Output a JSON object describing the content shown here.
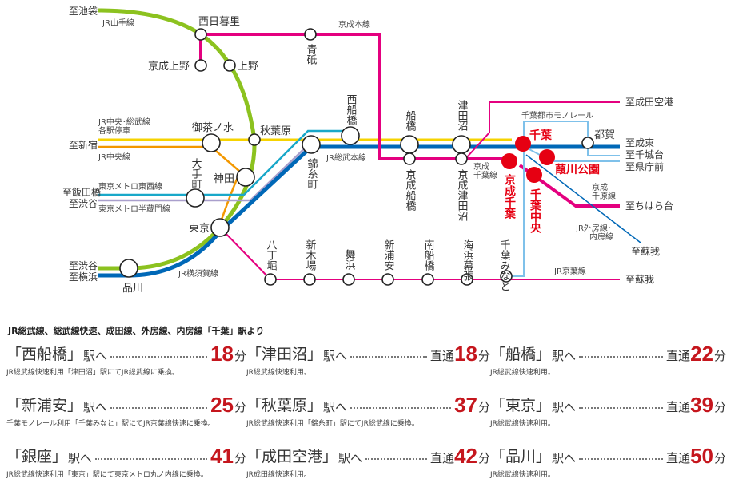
{
  "map": {
    "directions": {
      "ikebukuro": "至池袋",
      "shinjuku": "至新宿",
      "iidabashi": "至飯田橋",
      "shibuya1": "至渋谷",
      "shibuya2": "至渋谷",
      "yokohama": "至横浜",
      "narita_airport": "至成田空港",
      "naruto": "至成東",
      "chishirodai": "至千城台",
      "kenchomae": "至県庁前",
      "chiharadai": "至ちはら台",
      "soga1": "至蘇我",
      "soga2": "至蘇我"
    },
    "lines": {
      "yamanote": "JR山手線",
      "keisei_main": "京成本線",
      "chuo_sobu_local_1": "JR中央･総武線",
      "chuo_sobu_local_2": "各駅停車",
      "chuo": "JR中央線",
      "tozai": "東京メトロ東西線",
      "hanzomon": "東京メトロ半蔵門線",
      "sobu_main": "JR総武本線",
      "yokosuka": "JR横須賀線",
      "monorail": "千葉都市モノレール",
      "keisei_chiba_1": "京成",
      "keisei_chiba_2": "千葉線",
      "keisei_chihara_1": "京成",
      "keisei_chihara_2": "千原線",
      "sotobo_1": "JR外房線･",
      "sotobo_2": "内房線",
      "keiyo": "JR京葉線"
    },
    "stations": {
      "nishinippori": "西日暮里",
      "keisei_ueno": "京成上野",
      "ueno": "上野",
      "aoto": "青砥",
      "ochanomizu": "御茶ノ水",
      "akihabara": "秋葉原",
      "otemachi": "大手町",
      "kanda": "神田",
      "tokyo": "東京",
      "shinagawa": "品川",
      "kinshicho": "錦糸町",
      "nishifunabashi": "西船橋",
      "funabashi": "船橋",
      "keisei_funabashi": "京成船橋",
      "tsudanuma": "津田沼",
      "keisei_tsudanuma": "京成津田沼",
      "hatchobori": "八丁堀",
      "shinkiba": "新木場",
      "maihama": "舞浜",
      "shinurayasu": "新浦安",
      "minamifunabashi": "南船橋",
      "kaihinmakuhari": "海浜幕張",
      "chibaminato": "千葉みなと",
      "toga": "都賀"
    },
    "highlight": {
      "chiba": "千葉",
      "keisei_chiba": "京成千葉",
      "yoshikawa_koen": "葭川公園",
      "chiba_chuo": "千葉中央"
    },
    "colors": {
      "yamanote": "#8cc21f",
      "keisei": "#e4007f",
      "chuo_local": "#f6d300",
      "chuo": "#f39800",
      "tozai": "#19a8c9",
      "hanzomon": "#a99fcc",
      "sobu": "#0068b7",
      "monorail": "#7fc1ea",
      "highlight": "#e60012"
    }
  },
  "times": {
    "heading": "JR総武線、総武線快速、成田線、外房線、内房線「千葉」駅より",
    "suffix": "駅へ",
    "direct_label": "直通",
    "unit": "分",
    "items": [
      {
        "dest": "「西船橋」",
        "direct": false,
        "minutes": "18",
        "note": "JR総武線快速利用「津田沼」駅にてJR総武線に乗換。"
      },
      {
        "dest": "「津田沼」",
        "direct": true,
        "minutes": "18",
        "note": "JR総武線快速利用。"
      },
      {
        "dest": "「船橋」",
        "direct": true,
        "minutes": "22",
        "note": "JR総武線快速利用。"
      },
      {
        "dest": "「新浦安」",
        "direct": false,
        "minutes": "25",
        "note": "千葉モノレール利用「千葉みなと」駅にてJR京葉線快速に乗換。"
      },
      {
        "dest": "「秋葉原」",
        "direct": false,
        "minutes": "37",
        "note": "JR総武線快速利用「錦糸町」駅にてJR総武線に乗換。"
      },
      {
        "dest": "「東京」",
        "direct": true,
        "minutes": "39",
        "note": "JR総武線快速利用。"
      },
      {
        "dest": "「銀座」",
        "direct": false,
        "minutes": "41",
        "note": "JR総武線快速利用「東京」駅にて東京メトロ丸ノ内線に乗換。"
      },
      {
        "dest": "「成田空港」",
        "direct": true,
        "minutes": "42",
        "note": "JR成田線快速利用。"
      },
      {
        "dest": "「品川」",
        "direct": true,
        "minutes": "50",
        "note": "JR総武線快速利用。"
      }
    ]
  }
}
